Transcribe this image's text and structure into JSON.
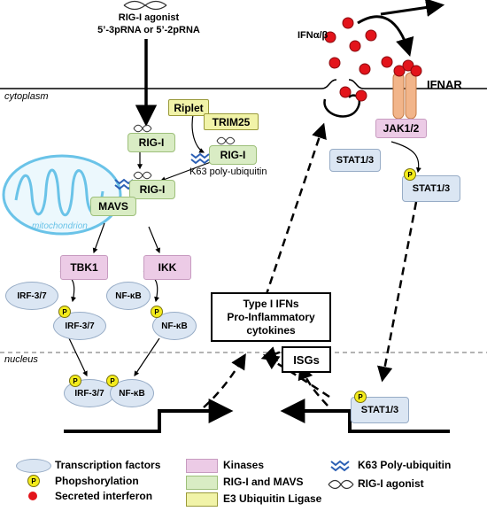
{
  "top": {
    "agonist_line1": "RIG-I agonist",
    "agonist_line2": "5’-3pRNA or 5’-2pRNA",
    "ifn_label": "IFNα/β",
    "ifnar_label": "IFNAR"
  },
  "compartments": {
    "cytoplasm": "cytoplasm",
    "nucleus": "nucleus",
    "mitochondrion": "mitochondrion"
  },
  "nodes": {
    "rigi_1": "RIG-I",
    "riplet": "Riplet",
    "trim25": "TRIM25",
    "rigi_2": "RIG-I",
    "k63_label": "K63 poly-ubiquitin",
    "rigi_3": "RIG-I",
    "mavs": "MAVS",
    "tbk1": "TBK1",
    "ikk": "IKK",
    "irf_1": "IRF-3/7",
    "irf_2": "IRF-3/7",
    "nfkb_1": "NF-κB",
    "nfkb_2": "NF-κB",
    "irf_nuc": "IRF-3/7",
    "nfkb_nuc": "NF-κB",
    "jak": "JAK1/2",
    "stat_1": "STAT1/3",
    "stat_2": "STAT1/3",
    "stat_nuc": "STAT1/3",
    "p": "P"
  },
  "outputs": {
    "type1_line1": "Type I IFNs",
    "type1_line2": "Pro-Inflammatory",
    "type1_line3": "cytokines",
    "isgs": "ISGs"
  },
  "legend": {
    "transcription_factors": "Transcription factors",
    "phosphorylation": "Phopshorylation",
    "secreted_interferon": "Secreted interferon",
    "kinases": "Kinases",
    "rigi_mavs": "RIG-I and MAVS",
    "e3_ligase": "E3 Ubiquitin Ligase",
    "k63": "K63 Poly-ubiquitin",
    "agonist": "RIG-I agonist"
  },
  "colors": {
    "green": "#d9ecc4",
    "pink": "#eccbe6",
    "yellow": "#f1f3a8",
    "blue": "#dbe6f3",
    "interferon_red": "#e3141b",
    "receptor_orange": "#f2b58a"
  }
}
